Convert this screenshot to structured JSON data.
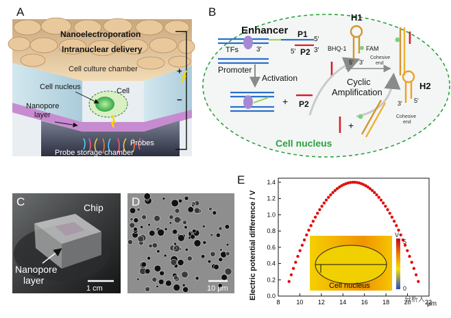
{
  "panelA": {
    "letter": "A",
    "nanoelectroporation": "Nanoelectroporation",
    "intranuclear_delivery": "Intranuclear delivery",
    "cell_culture_chamber": "Cell culture chamber",
    "cell_nucleus": "Cell nucleus",
    "cell": "Cell",
    "nanopore_layer": "Nanopore\nlayer",
    "probes": "Probes",
    "probe_storage_chamber": "Probe storage chamber",
    "plus": "+",
    "minus": "−"
  },
  "panelB": {
    "letter": "B",
    "enhancer": "Enhancer",
    "tfs": "TFs",
    "promoter": "Promoter",
    "activation": "Activation",
    "p1": "P1",
    "p2": "P2",
    "p2_free": "P2",
    "plus": "+",
    "cyclic_amplification": "Cyclic\nAmplification",
    "h1": "H1",
    "h2": "H2",
    "bhq1": "BHQ-1",
    "fam": "FAM",
    "cohesive_end_1": "Cohesive\nend",
    "cohesive_end_2": "Cohesive\nend",
    "cell_nucleus": "Cell nucleus",
    "three_prime": "3'",
    "five_prime": "5'"
  },
  "panelC": {
    "letter": "C",
    "chip": "Chip",
    "nanopore_layer": "Nanopore\nlayer",
    "scale": "1 cm"
  },
  "panelD": {
    "letter": "D",
    "scale": "10 μm"
  },
  "panelE": {
    "letter": "E",
    "ylabel": "Electric potential difference / V",
    "inset_label": "Cell nucleus",
    "colorbar_label": "V",
    "colorbar_ticks": [
      "5",
      "0"
    ],
    "x_unit": "μm",
    "watermark": "分析人"
  },
  "chart_data": {
    "type": "scatter",
    "title": "",
    "xlabel": "",
    "ylabel": "Electric potential difference / V",
    "x_ticks": [
      8,
      10,
      12,
      14,
      16,
      18,
      20,
      22
    ],
    "y_ticks": [
      0.0,
      0.2,
      0.4,
      0.6,
      0.8,
      1.0,
      1.2,
      1.4
    ],
    "xlim": [
      8,
      22
    ],
    "ylim": [
      0.0,
      1.45
    ],
    "series": [
      {
        "curve": "parabola",
        "x_start": 9.0,
        "x_end": 21.0,
        "vertex_x": 15.0,
        "peak_y": 1.4,
        "end_y": 0.18,
        "n_points": 60,
        "color": "#e01010"
      }
    ],
    "grid": false
  },
  "colors": {
    "membrane_green": "#1f9a2e",
    "accent_red": "#d81e2a",
    "strand_blue": "#2a6fc9",
    "scatter_red": "#e01010"
  }
}
